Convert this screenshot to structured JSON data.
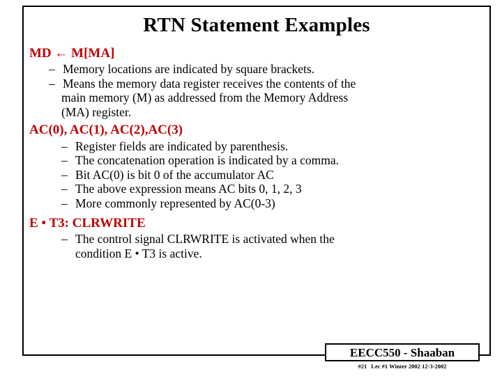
{
  "slide": {
    "title": "RTN Statement Examples",
    "sections": [
      {
        "heading": "MD « M[MA]",
        "heading_display": "MD ←  M[MA]",
        "bullets": [
          {
            "marker": "–",
            "text": "Memory locations are indicated by square brackets."
          },
          {
            "marker": "–",
            "text": "Means the memory data register receives the contents of the"
          },
          {
            "marker": "",
            "text": "main memory (M) as addressed from the Memory Address"
          },
          {
            "marker": "",
            "text": "(MA) register."
          }
        ]
      },
      {
        "heading": "AC(0), AC(1), AC(2),AC(3)",
        "bullets": [
          {
            "marker": "–",
            "text": "Register fields are indicated by parenthesis."
          },
          {
            "marker": "–",
            "text": "The concatenation operation is indicated by a  comma."
          },
          {
            "marker": "–",
            "text": "Bit AC(0) is bit 0 of the accumulator AC"
          },
          {
            "marker": "–",
            "text": "The above expression means AC bits 0, 1, 2, 3"
          },
          {
            "marker": "–",
            "text": "More commonly represented by   AC(0-3)"
          }
        ]
      },
      {
        "heading": "E • T3: CLRWRITE",
        "bullets": [
          {
            "marker": "–",
            "text": "The control signal CLRWRITE is activated when the"
          },
          {
            "marker": "",
            "text": "condition E • T3 is active."
          }
        ]
      }
    ]
  },
  "stamp": {
    "label": "EECC550 - Shaaban"
  },
  "footer": {
    "slide_number": "#21",
    "text": "Lec #1 Winter 2002  12-3-2002"
  },
  "colors": {
    "heading": "#c00000",
    "text": "#000000",
    "border": "#000000",
    "background": "#ffffff"
  }
}
